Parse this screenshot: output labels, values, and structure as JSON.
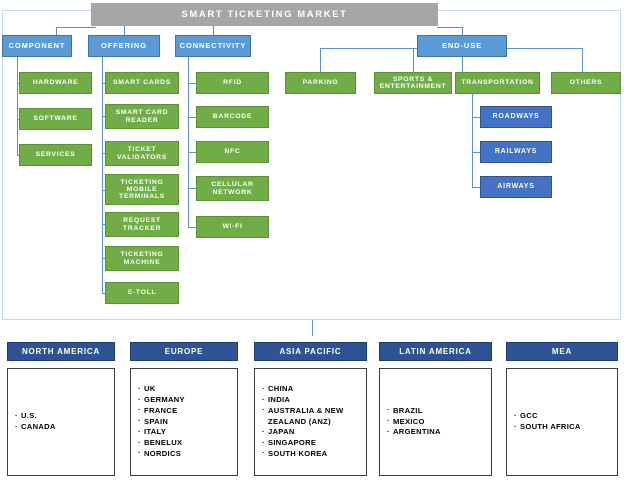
{
  "diagram": {
    "title": "SMART TICKETING MARKET",
    "categories": [
      {
        "id": "component",
        "label": "COMPONENT"
      },
      {
        "id": "offering",
        "label": "OFFERING"
      },
      {
        "id": "connectivity",
        "label": "CONNECTIVITY"
      },
      {
        "id": "end-use",
        "label": "END-USE"
      }
    ],
    "component_items": [
      {
        "label": "HARDWARE"
      },
      {
        "label": "SOFTWARE"
      },
      {
        "label": "SERVICES"
      }
    ],
    "offering_items": [
      {
        "label": "SMART CARDS"
      },
      {
        "label": "SMART CARD\nREADER"
      },
      {
        "label": "TICKET\nVALIDATORS"
      },
      {
        "label": "TICKETING\nMOBILE\nTERMINALS"
      },
      {
        "label": "REQUEST\nTRACKER"
      },
      {
        "label": "TICKETING\nMACHINE"
      },
      {
        "label": "E-TOLL"
      }
    ],
    "connectivity_items": [
      {
        "label": "RFID"
      },
      {
        "label": "BARCODE"
      },
      {
        "label": "NFC"
      },
      {
        "label": "CELLULAR\nNETWORK"
      },
      {
        "label": "WI-FI"
      }
    ],
    "enduse_items": [
      {
        "label": "PARKING"
      },
      {
        "label": "SPORTS &\nENTERTAINMENT"
      },
      {
        "label": "TRANSPORTATION"
      },
      {
        "label": "OTHERS"
      }
    ],
    "transportation_items": [
      {
        "label": "ROADWAYS"
      },
      {
        "label": "RAILWAYS"
      },
      {
        "label": "AIRWAYS"
      }
    ]
  },
  "regions": [
    {
      "name": "NORTH AMERICA",
      "countries": [
        "U.S.",
        "CANADA"
      ]
    },
    {
      "name": "EUROPE",
      "countries": [
        "UK",
        "GERMANY",
        "FRANCE",
        "SPAIN",
        "ITALY",
        "BENELUX",
        "NORDICS"
      ]
    },
    {
      "name": "ASIA PACIFIC",
      "countries": [
        "CHINA",
        "INDIA",
        "AUSTRALIA & NEW\nZEALAND (ANZ)",
        "JAPAN",
        "SINGAPORE",
        "SOUTH KOREA"
      ]
    },
    {
      "name": "LATIN AMERICA",
      "countries": [
        "BRAZIL",
        "MEXICO",
        "ARGENTINA"
      ]
    },
    {
      "name": "MEA",
      "countries": [
        "GCC",
        "SOUTH AFRICA"
      ]
    }
  ],
  "colors": {
    "root": "#a6a6a6",
    "category": "#5b9bd5",
    "leaf": "#70ad47",
    "sub": "#4472c4",
    "region_header": "#2e5395",
    "connector": "#5b8fd0",
    "frame": "#c7d8ee"
  }
}
